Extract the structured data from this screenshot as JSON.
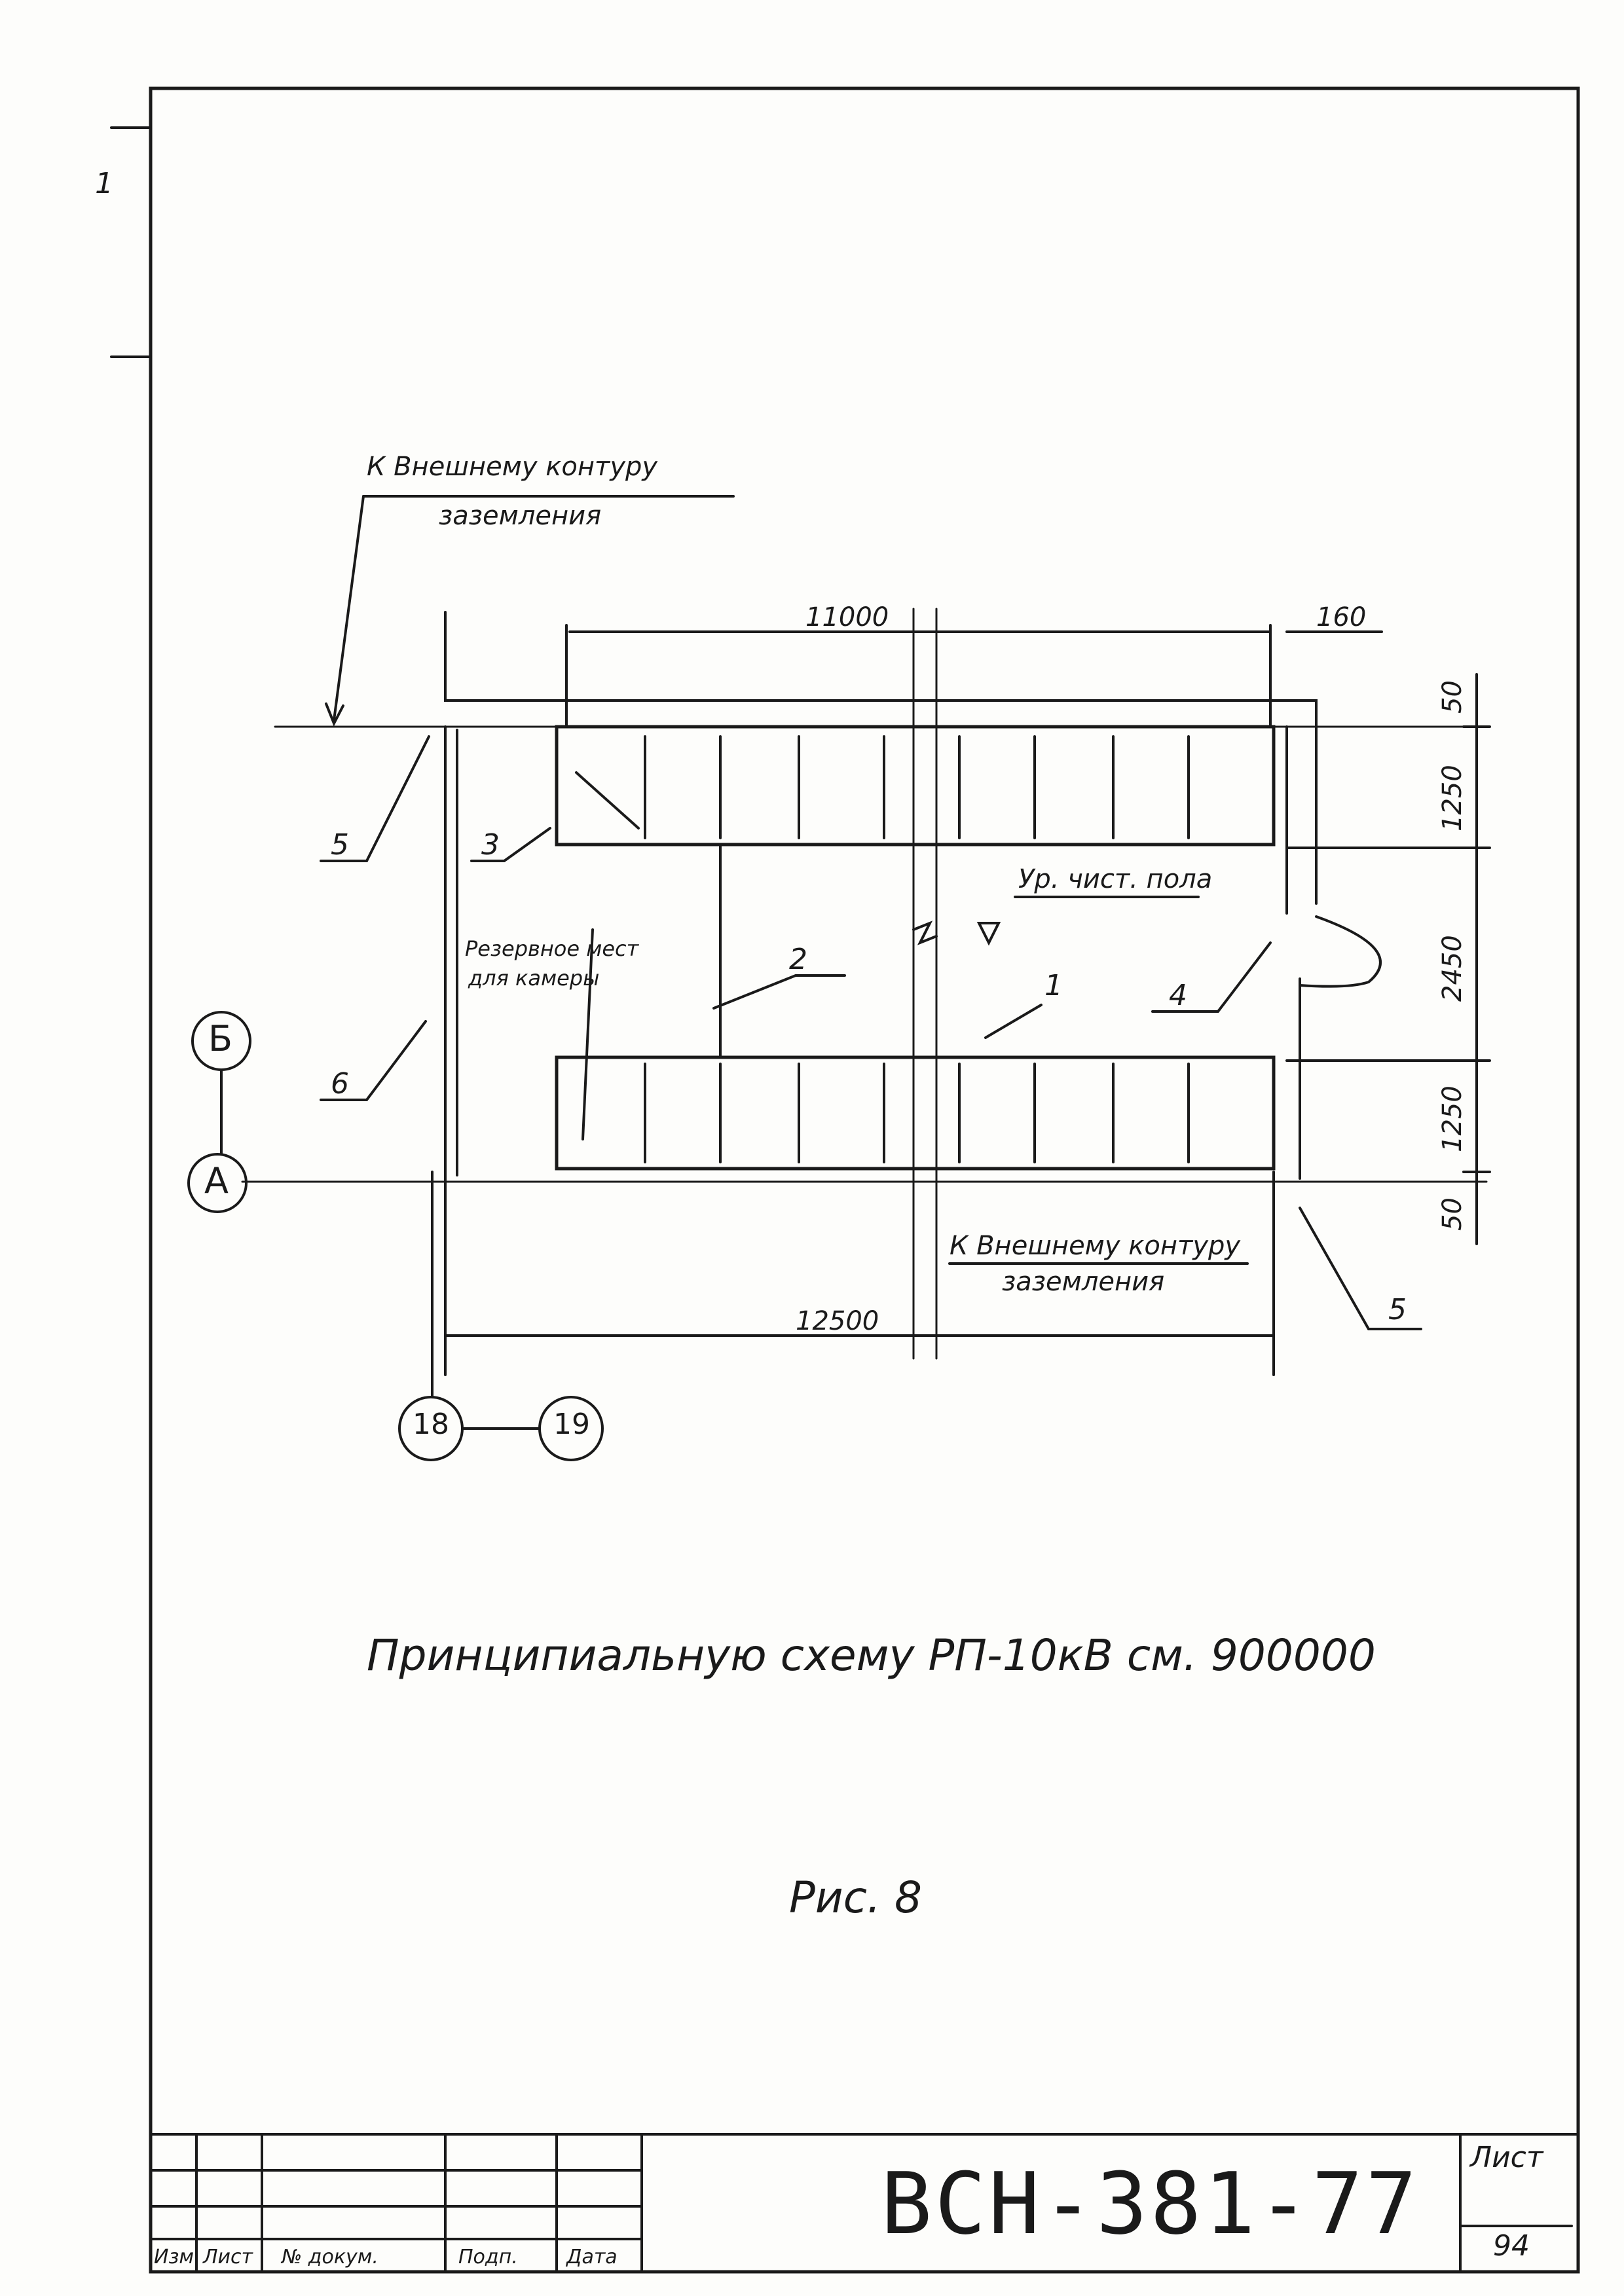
{
  "margin_mark": "1",
  "annotations": {
    "ground_top_line1": "К Внешнему контуру",
    "ground_top_line2": "заземления",
    "floor_level": "Ур. чист. пола",
    "reserve_line1": "Резервное мест",
    "reserve_line2": "для камеры",
    "ground_bottom_line1": "К Внешнему контуру",
    "ground_bottom_line2": "заземления"
  },
  "dimensions": {
    "top_length": "11000",
    "top_right": "160",
    "bottom_length": "12500",
    "right_50_top": "50",
    "right_1250_top": "1250",
    "right_2450": "2450",
    "right_1250_bottom": "1250",
    "right_50_bottom": "50"
  },
  "leaders": [
    "5",
    "3",
    "2",
    "1",
    "4",
    "6",
    "5"
  ],
  "grid_axes": {
    "row_b": "Б",
    "row_a": "А",
    "col_18": "18",
    "col_19": "19"
  },
  "note": "Принципиальную схему РП-10кВ см. 900000",
  "figure_caption": "Рис. 8",
  "title_block": {
    "document_code": "ВСН-381-77",
    "sheet_label": "Лист",
    "sheet_number": "94",
    "columns": [
      "Изм.",
      "Лист",
      "№ докум.",
      "Подп.",
      "Дата"
    ]
  }
}
